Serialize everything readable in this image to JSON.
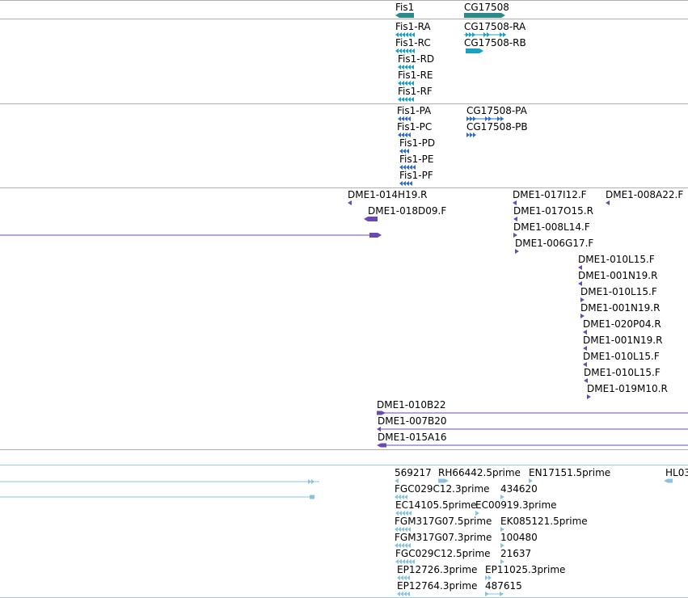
{
  "colors": {
    "gene": "#2a8a8a",
    "transcript": "#1aa0c0",
    "protein": "#2e6bcc",
    "bac": "#6a4ab0",
    "est": "#88c4e0",
    "divider": "#b0b0b0",
    "est_divider": "#a0c8dc"
  },
  "tracks": {
    "genes": [
      {
        "label": "Fis1",
        "strand": "minus",
        "icon": "gene-arrow-left"
      },
      {
        "label": "CG17508",
        "strand": "plus",
        "icon": "gene-arrow-right"
      }
    ],
    "transcripts": [
      "Fis1-RA",
      "Fis1-RC",
      "Fis1-RD",
      "Fis1-RE",
      "Fis1-RF",
      "CG17508-RA",
      "CG17508-RB"
    ],
    "proteins": [
      "Fis1-PA",
      "Fis1-PC",
      "Fis1-PD",
      "Fis1-PE",
      "Fis1-PF",
      "CG17508-PA",
      "CG17508-PB"
    ],
    "bac_ends": [
      "DME1-014H19.R",
      "DME1-018D09.F",
      "DME1-017I12.F",
      "DME1-008A22.F",
      "DME1-017O15.R",
      "DME1-008L14.F",
      "DME1-006G17.F",
      "DME1-010L15.F",
      "DME1-001N19.R",
      "DME1-010L15.F",
      "DME1-001N19.R",
      "DME1-020P04.R",
      "DME1-001N19.R",
      "DME1-010L15.F",
      "DME1-010L15.F",
      "DME1-019M10.R",
      "DME1-010B22",
      "DME1-007B20",
      "DME1-015A16"
    ],
    "ests": [
      "569217",
      "RH66442.5prime",
      "EN17151.5prime",
      "HL03",
      "FGC029C12.3prime",
      "434620",
      "EC14105.5prime",
      "EC00919.3prime",
      "FGM317G07.5prime",
      "EK085121.5prime",
      "FGM317G07.3prime",
      "100480",
      "FGC029C12.5prime",
      "21637",
      "EP12726.3prime",
      "EP11025.3prime",
      "EP12764.3prime",
      "487615"
    ]
  }
}
